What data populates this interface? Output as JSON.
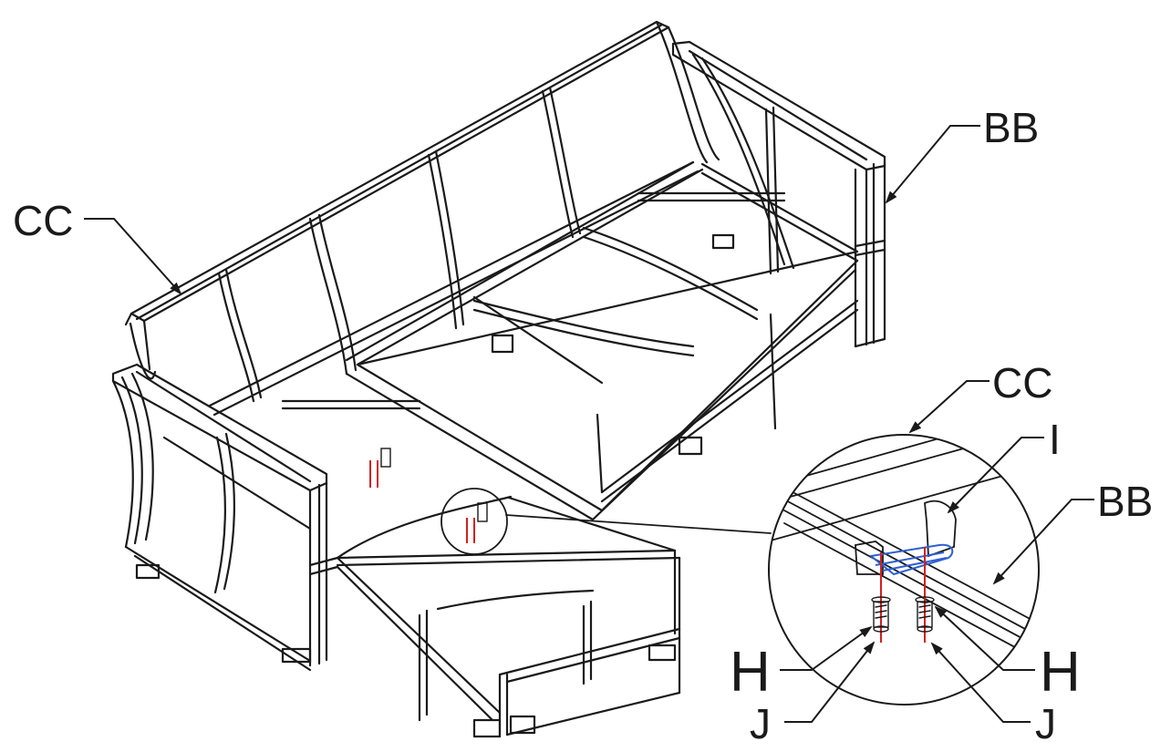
{
  "diagram": {
    "callouts": {
      "cc_main": "CC",
      "bb_main": "BB",
      "cc_detail": "CC",
      "i_detail": "I",
      "bb_detail": "BB",
      "h_left": "H",
      "h_right": "H",
      "j_left": "J",
      "j_right": "J"
    },
    "colors": {
      "line": "#1a1a1a",
      "screw": "#d42020",
      "bracket": "#2f5fd0"
    }
  }
}
